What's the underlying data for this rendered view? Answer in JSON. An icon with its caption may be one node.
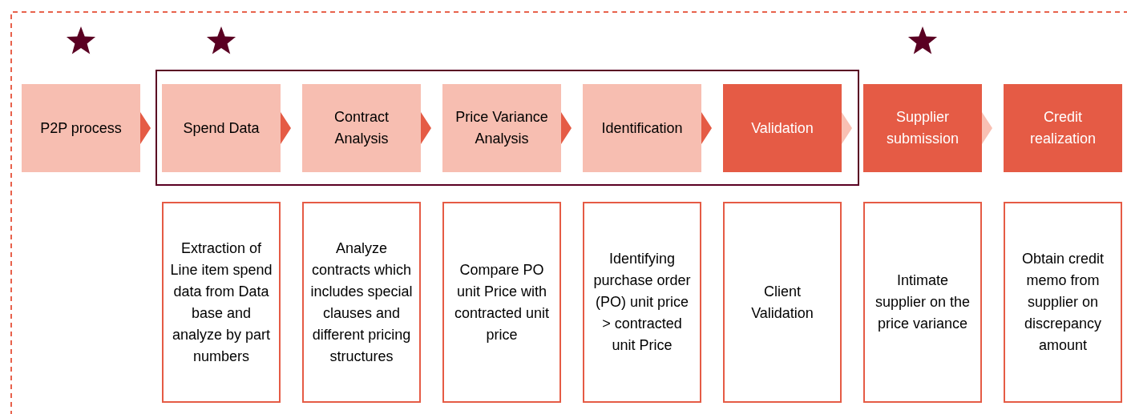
{
  "diagram": {
    "nodes": [
      {
        "text": [
          "P2P process"
        ]
      },
      {
        "text": [
          "Spend Data"
        ]
      },
      {
        "text": [
          "Contract Analysis"
        ]
      },
      {
        "text": [
          "Price Variance Analysis"
        ]
      },
      {
        "text": [
          "Identification"
        ]
      },
      {
        "text": [
          "Validation"
        ]
      },
      {
        "text": [
          "Supplier submission"
        ]
      },
      {
        "text": [
          "Credit realization"
        ]
      },
      {
        "text": [
          "Extraction of Line item spend data from Data base and analyze by part numbers"
        ]
      },
      {
        "text": [
          "Analyze contracts which includes special clauses and  different pricing structures"
        ]
      },
      {
        "text": [
          "Compare PO unit Price with contracted unit price"
        ]
      },
      {
        "text": [
          "Identifying purchase order (PO) unit price > contracted unit Price"
        ]
      },
      {
        "text": [
          "Client Validation"
        ]
      },
      {
        "text": [
          "Intimate supplier on the price variance"
        ]
      },
      {
        "text": [
          "Obtain credit memo from supplier on discrepancy amount"
        ]
      }
    ],
    "edges": [
      {
        "from": 0,
        "to": 1,
        "arrow": "to"
      },
      {
        "from": 1,
        "to": 2,
        "arrow": "to"
      },
      {
        "from": 2,
        "to": 3,
        "arrow": "to"
      },
      {
        "from": 3,
        "to": 4,
        "arrow": "to"
      },
      {
        "from": 4,
        "to": 5,
        "arrow": "to"
      },
      {
        "from": 5,
        "to": 6,
        "arrow": "to",
        "color": "#f9c0b3"
      },
      {
        "from": 6,
        "to": 7,
        "arrow": "to",
        "color": "#f9c0b3"
      }
    ]
  }
}
